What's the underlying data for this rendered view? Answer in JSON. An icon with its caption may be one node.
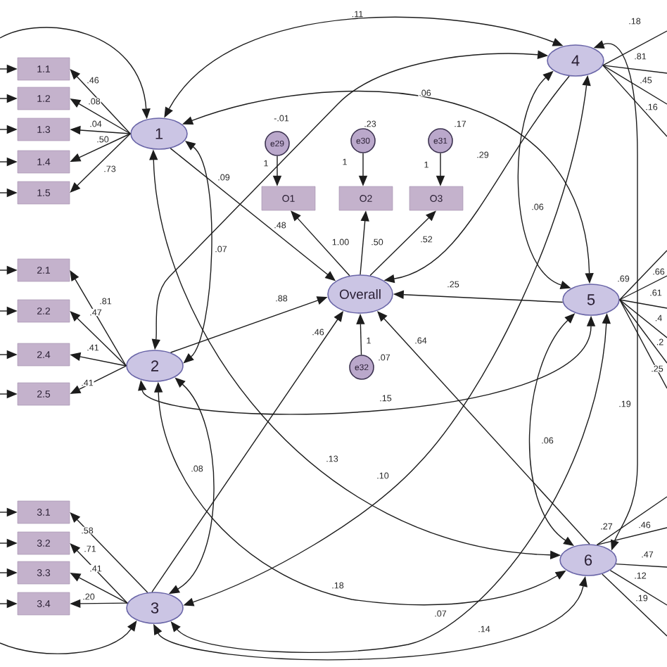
{
  "diagram": {
    "nodes": [
      {
        "text": [
          "1.1"
        ]
      },
      {
        "text": [
          "1.2"
        ]
      },
      {
        "text": [
          "1.3"
        ]
      },
      {
        "text": [
          "1.4"
        ]
      },
      {
        "text": [
          "1.5"
        ]
      },
      {
        "text": [
          "1"
        ]
      },
      {
        "text": [
          "e29"
        ],
        "beside": [
          "-.01"
        ]
      },
      {
        "text": [
          "e30"
        ],
        "beside": [
          ".23"
        ]
      },
      {
        "text": [
          "e31"
        ],
        "beside": [
          ".17"
        ]
      },
      {
        "text": [
          "O1"
        ]
      },
      {
        "text": [
          "O2"
        ]
      },
      {
        "text": [
          "O3"
        ]
      },
      {
        "text": [
          "4"
        ]
      },
      {
        "text": [
          "2.1"
        ]
      },
      {
        "text": [
          "2.2"
        ]
      },
      {
        "text": [
          "2.4"
        ]
      },
      {
        "text": [
          "2.5"
        ]
      },
      {
        "text": [
          "2"
        ]
      },
      {
        "text": [
          "Overall"
        ]
      },
      {
        "text": [
          "5"
        ]
      },
      {
        "text": [
          "e32"
        ],
        "beside": [
          ".07"
        ]
      },
      {
        "text": [
          "3.1"
        ]
      },
      {
        "text": [
          "3.2"
        ]
      },
      {
        "text": [
          "3.3"
        ]
      },
      {
        "text": [
          "3.4"
        ]
      },
      {
        "text": [
          "3"
        ]
      },
      {
        "text": [
          "6"
        ]
      }
    ],
    "edges": [
      {
        "from": 5,
        "to": 0,
        "arrow": "to",
        "label": ".46"
      },
      {
        "from": 5,
        "to": 1,
        "arrow": "to",
        "label": ".08"
      },
      {
        "from": 5,
        "to": 2,
        "arrow": "to",
        "label": ".04"
      },
      {
        "from": 5,
        "to": 3,
        "arrow": "to",
        "label": ".50"
      },
      {
        "from": 5,
        "to": 4,
        "arrow": "to",
        "label": ".73"
      },
      {
        "from": 17,
        "to": 13,
        "arrow": "to",
        "label": ".81"
      },
      {
        "from": 17,
        "to": 14,
        "arrow": "to",
        "label": ".47"
      },
      {
        "from": 17,
        "to": 15,
        "arrow": "to",
        "label": ".41"
      },
      {
        "from": 17,
        "to": 16,
        "arrow": "to",
        "label": ".41"
      },
      {
        "from": 25,
        "to": 21,
        "arrow": "to",
        "label": ".58"
      },
      {
        "from": 25,
        "to": 22,
        "arrow": "to",
        "label": ".71"
      },
      {
        "from": 25,
        "to": 23,
        "arrow": "to",
        "label": ".41"
      },
      {
        "from": 25,
        "to": 24,
        "arrow": "to",
        "label": ".20"
      },
      {
        "from": null,
        "to": 0,
        "arrow": "to"
      },
      {
        "from": null,
        "to": 1,
        "arrow": "to"
      },
      {
        "from": null,
        "to": 2,
        "arrow": "to"
      },
      {
        "from": null,
        "to": 3,
        "arrow": "to"
      },
      {
        "from": null,
        "to": 4,
        "arrow": "to"
      },
      {
        "from": null,
        "to": 13,
        "arrow": "to"
      },
      {
        "from": null,
        "to": 14,
        "arrow": "to"
      },
      {
        "from": null,
        "to": 15,
        "arrow": "to"
      },
      {
        "from": null,
        "to": 16,
        "arrow": "to"
      },
      {
        "from": null,
        "to": 21,
        "arrow": "to"
      },
      {
        "from": null,
        "to": 22,
        "arrow": "to"
      },
      {
        "from": null,
        "to": 23,
        "arrow": "to"
      },
      {
        "from": null,
        "to": 24,
        "arrow": "to"
      },
      {
        "from": 6,
        "to": 9,
        "arrow": "to",
        "label": "1"
      },
      {
        "from": 7,
        "to": 10,
        "arrow": "to",
        "label": "1"
      },
      {
        "from": 8,
        "to": 11,
        "arrow": "to",
        "label": "1"
      },
      {
        "from": 20,
        "to": 18,
        "arrow": "to",
        "label": "1"
      },
      {
        "from": 18,
        "to": 9,
        "arrow": "to",
        "label": "1.00"
      },
      {
        "from": 18,
        "to": 10,
        "arrow": "to",
        "label": ".50"
      },
      {
        "from": 18,
        "to": 11,
        "arrow": "to",
        "label": ".52"
      },
      {
        "from": 5,
        "to": 18,
        "arrow": "to",
        "label": ".48"
      },
      {
        "from": 17,
        "to": 18,
        "arrow": "to",
        "label": ".88"
      },
      {
        "from": 25,
        "to": 18,
        "arrow": "to",
        "label": ".46"
      },
      {
        "from": 12,
        "to": 18,
        "arrow": "to",
        "label": ".29"
      },
      {
        "from": 19,
        "to": 18,
        "arrow": "to",
        "label": ".25"
      },
      {
        "from": 26,
        "to": 18,
        "arrow": "to",
        "label": ".64"
      },
      {
        "from": 5,
        "to": 12,
        "arrow": "both",
        "label": ".11"
      },
      {
        "from": 5,
        "to": 19,
        "arrow": "both",
        "label": ".06"
      },
      {
        "from": 5,
        "to": 17,
        "arrow": "both",
        "label": ".07"
      },
      {
        "from": 5,
        "to": 26,
        "arrow": "both",
        "label": ".13"
      },
      {
        "from": 17,
        "to": 12,
        "arrow": "both"
      },
      {
        "from": 17,
        "to": 19,
        "arrow": "both",
        "label": ".15"
      },
      {
        "from": 17,
        "to": 25,
        "arrow": "both",
        "label": ".08"
      },
      {
        "from": 17,
        "to": 26,
        "arrow": "both",
        "label": ".18"
      },
      {
        "from": 25,
        "to": 12,
        "arrow": "both",
        "label": ".10"
      },
      {
        "from": 25,
        "to": 19,
        "arrow": "both",
        "label": ".07"
      },
      {
        "from": 25,
        "to": 26,
        "arrow": "both",
        "label": ".14"
      },
      {
        "from": 12,
        "to": 19,
        "arrow": "both",
        "label": ".06"
      },
      {
        "from": 19,
        "to": 26,
        "arrow": "both",
        "label": ".06"
      },
      {
        "from": 12,
        "to": 26,
        "arrow": "both",
        "label": ".19"
      },
      {
        "from": null,
        "to": 5,
        "arrow": "to"
      },
      {
        "from": null,
        "to": 25,
        "arrow": "to"
      },
      {
        "from": 12,
        "to": null,
        "arrow": "none",
        "label": ".18"
      },
      {
        "from": 12,
        "to": null,
        "arrow": "none",
        "label": ".81"
      },
      {
        "from": 12,
        "to": null,
        "arrow": "none",
        "label": ".45"
      },
      {
        "from": 12,
        "to": null,
        "arrow": "none",
        "label": ".16"
      },
      {
        "from": 19,
        "to": null,
        "arrow": "none",
        "label": ".69"
      },
      {
        "from": 19,
        "to": null,
        "arrow": "none",
        "label": ".66"
      },
      {
        "from": 19,
        "to": null,
        "arrow": "none",
        "label": ".61"
      },
      {
        "from": 19,
        "to": null,
        "arrow": "none",
        "label": ".4"
      },
      {
        "from": 19,
        "to": null,
        "arrow": "none",
        "label": ".2"
      },
      {
        "from": 19,
        "to": null,
        "arrow": "none",
        "label": ".25"
      },
      {
        "from": 26,
        "to": null,
        "arrow": "none",
        "label": ".27"
      },
      {
        "from": 26,
        "to": null,
        "arrow": "none",
        "label": ".46"
      },
      {
        "from": 26,
        "to": null,
        "arrow": "none",
        "label": ".47"
      },
      {
        "from": 26,
        "to": null,
        "arrow": "none",
        "label": ".12"
      },
      {
        "from": 26,
        "to": null,
        "arrow": "none",
        "label": ".19"
      }
    ],
    "labels": [
      ".09"
    ]
  }
}
